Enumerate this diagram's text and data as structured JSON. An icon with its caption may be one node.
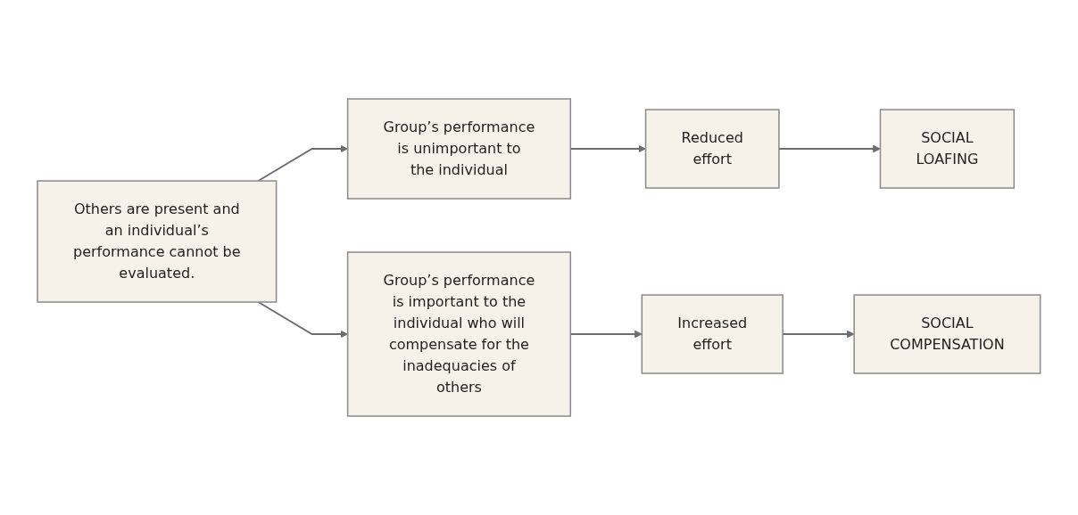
{
  "diagram": {
    "nodes": [
      {
        "text": [
          "Others are present and an individual’s performance cannot be evaluated."
        ]
      },
      {
        "text": [
          "Group’s performance is unimportant to the individual"
        ]
      },
      {
        "text": [
          "Group’s performance is important to the individual who will compensate for the inadequacies of others"
        ]
      },
      {
        "text": [
          "Reduced effort"
        ]
      },
      {
        "text": [
          "Increased effort"
        ]
      },
      {
        "text": [
          "SOCIAL LOAFING"
        ]
      },
      {
        "text": [
          "SOCIAL COMPENSATION"
        ]
      }
    ],
    "edges": [
      {
        "from": 0,
        "to": 1,
        "arrow": "to"
      },
      {
        "from": 0,
        "to": 2,
        "arrow": "to"
      },
      {
        "from": 1,
        "to": 3,
        "arrow": "to"
      },
      {
        "from": 2,
        "to": 4,
        "arrow": "to"
      },
      {
        "from": 3,
        "to": 5,
        "arrow": "to"
      },
      {
        "from": 4,
        "to": 6,
        "arrow": "to"
      }
    ]
  }
}
